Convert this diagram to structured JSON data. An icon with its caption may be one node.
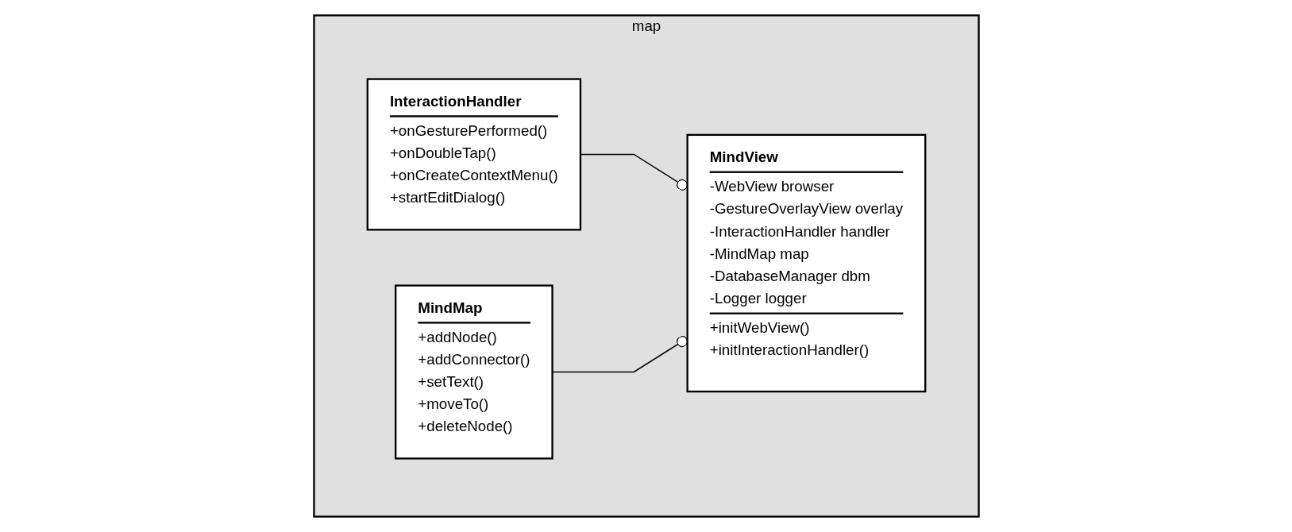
{
  "diagram": {
    "nodes": [
      {
        "text": [
          "map"
        ]
      },
      {
        "text": [
          "InteractionHandler",
          "+onGesturePerformed()",
          "+onDoubleTap()",
          "+onCreateContextMenu()",
          "+startEditDialog()"
        ],
        "in": 0
      },
      {
        "text": [
          "MindView",
          "-WebView browser",
          "-GestureOverlayView overlay",
          "-InteractionHandler handler",
          "-MindMap map",
          "-DatabaseManager dbm",
          "-Logger logger",
          "+initWebView()",
          "+initInteractionHandler()"
        ],
        "in": 0
      },
      {
        "text": [
          "MindMap",
          "+addNode()",
          "+addConnector()",
          "+setText()",
          "+moveTo()",
          "+deleteNode()"
        ],
        "in": 0
      }
    ],
    "edges": [
      {
        "from": 1,
        "to": 2,
        "arrow": "other"
      },
      {
        "from": 3,
        "to": 2,
        "arrow": "other"
      }
    ]
  }
}
